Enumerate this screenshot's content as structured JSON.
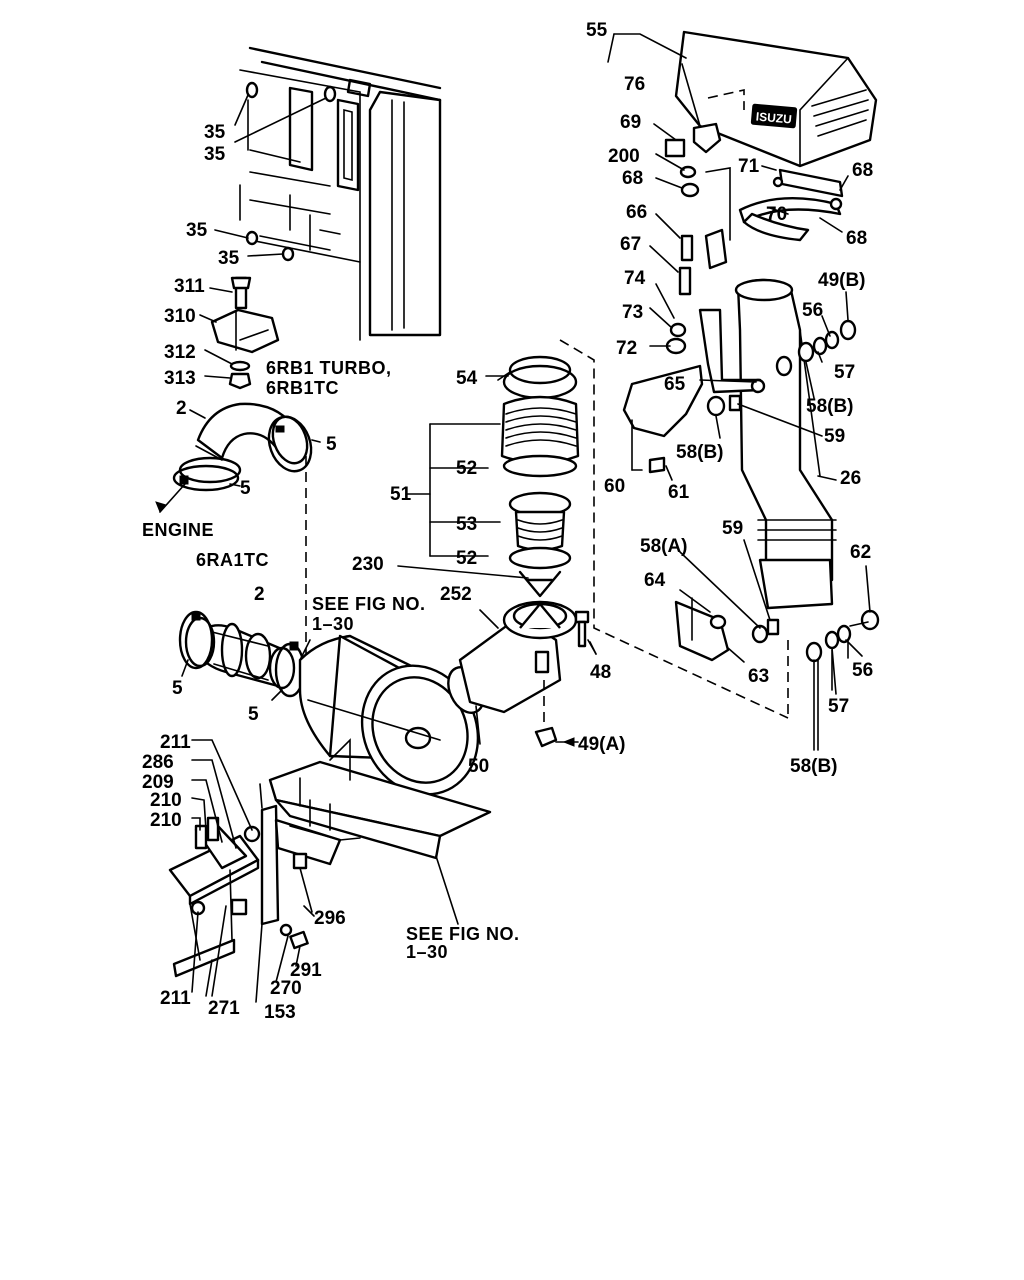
{
  "brand_logo": "ISUZU",
  "notes": {
    "turbo_models": "6RB1 TURBO,",
    "turbo_models_2": "6RB1TC",
    "engine": "ENGINE",
    "model_6ra1tc": "6RA1TC",
    "see_fig_upper": "SEE FIG NO.",
    "see_fig_upper_num": "1–30",
    "see_fig_lower": "SEE FIG NO.",
    "see_fig_lower_num": "1–30"
  },
  "callouts": {
    "c55": "55",
    "c76": "76",
    "c69": "69",
    "c200": "200",
    "c68a": "68",
    "c71": "71",
    "c68b": "68",
    "c70": "70",
    "c68c": "68",
    "c66": "66",
    "c67": "67",
    "c74": "74",
    "c49b": "49(B)",
    "c56a": "56",
    "c73": "73",
    "c72": "72",
    "c57a": "57",
    "c65": "65",
    "c58b_a": "58(B)",
    "c59a": "59",
    "c58b_b": "58(B)",
    "c26": "26",
    "c60": "60",
    "c61": "61",
    "c58a": "58(A)",
    "c59b": "59",
    "c62": "62",
    "c64": "64",
    "c56b": "56",
    "c63": "63",
    "c57b": "57",
    "c58b_c": "58(B)",
    "c35a": "35",
    "c35b": "35",
    "c35c": "35",
    "c35d": "35",
    "c311": "311",
    "c310": "310",
    "c312": "312",
    "c313": "313",
    "c2a": "2",
    "c5a": "5",
    "c5b": "5",
    "c2b": "2",
    "c5c": "5",
    "c5d": "5",
    "c54": "54",
    "c51": "51",
    "c52a": "52",
    "c53": "53",
    "c52b": "52",
    "c230": "230",
    "c252": "252",
    "c48": "48",
    "c50": "50",
    "c49a": "49(A)",
    "c211a": "211",
    "c286": "286",
    "c209": "209",
    "c210a": "210",
    "c210b": "210",
    "c296": "296",
    "c291": "291",
    "c270": "270",
    "c211b": "211",
    "c271": "271",
    "c153": "153"
  }
}
